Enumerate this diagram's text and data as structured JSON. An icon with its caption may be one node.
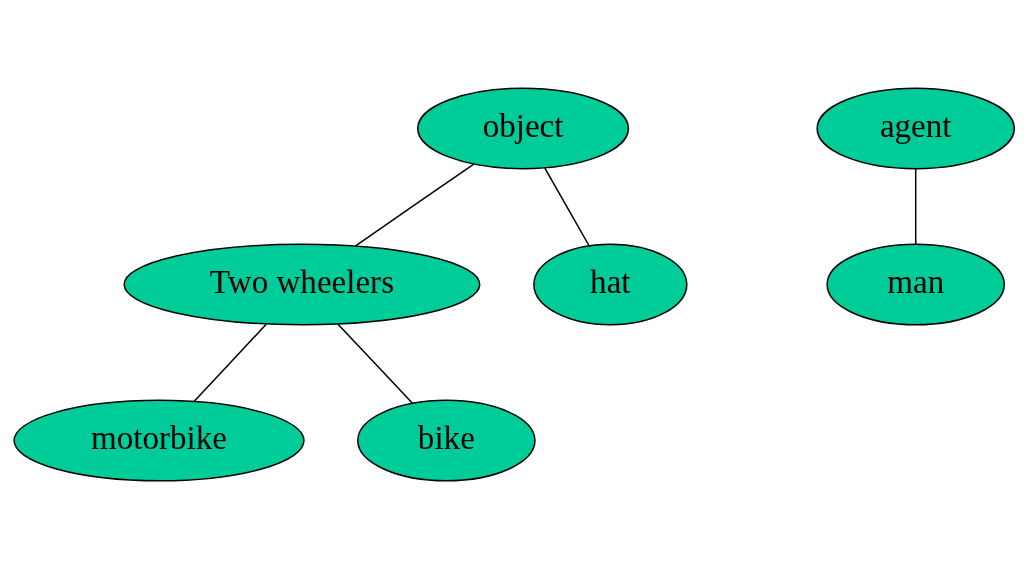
{
  "diagram": {
    "nodes": [
      {
        "text": [
          "object"
        ]
      },
      {
        "text": [
          "agent"
        ]
      },
      {
        "text": [
          "Two wheelers"
        ]
      },
      {
        "text": [
          "hat"
        ]
      },
      {
        "text": [
          "man"
        ]
      },
      {
        "text": [
          "motorbike"
        ]
      },
      {
        "text": [
          "bike"
        ]
      }
    ],
    "edges": [
      {
        "from": 0,
        "to": 2,
        "arrow": "none"
      },
      {
        "from": 0,
        "to": 3,
        "arrow": "none"
      },
      {
        "from": 1,
        "to": 4,
        "arrow": "none"
      },
      {
        "from": 2,
        "to": 5,
        "arrow": "none"
      },
      {
        "from": 2,
        "to": 6,
        "arrow": "none"
      }
    ]
  }
}
